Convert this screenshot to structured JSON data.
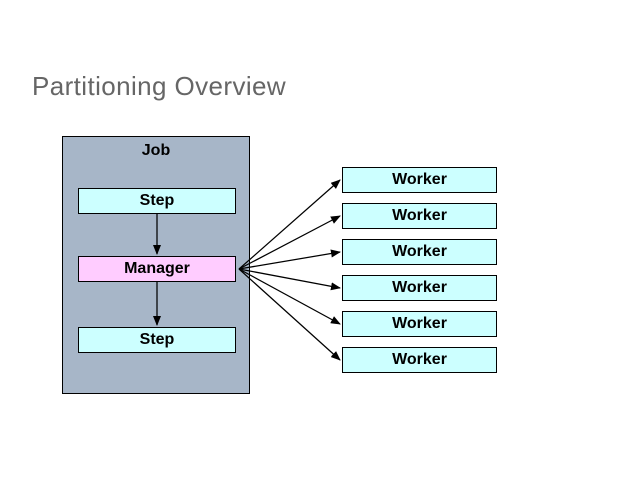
{
  "slide": {
    "title": "Partitioning Overview"
  },
  "diagram": {
    "job": {
      "label": "Job"
    },
    "steps": [
      {
        "label": "Step"
      },
      {
        "label": "Step"
      }
    ],
    "manager": {
      "label": "Manager"
    },
    "workers": [
      {
        "label": "Worker"
      },
      {
        "label": "Worker"
      },
      {
        "label": "Worker"
      },
      {
        "label": "Worker"
      },
      {
        "label": "Worker"
      },
      {
        "label": "Worker"
      }
    ],
    "edges": [
      {
        "from": "step-top",
        "to": "manager"
      },
      {
        "from": "manager",
        "to": "step-bottom"
      },
      {
        "from": "manager",
        "to": "worker-1"
      },
      {
        "from": "manager",
        "to": "worker-2"
      },
      {
        "from": "manager",
        "to": "worker-3"
      },
      {
        "from": "manager",
        "to": "worker-4"
      },
      {
        "from": "manager",
        "to": "worker-5"
      },
      {
        "from": "manager",
        "to": "worker-6"
      }
    ]
  },
  "colors": {
    "background": "#FFFFFF",
    "title_text": "#666666",
    "job_fill": "#A7B6C8",
    "step_fill": "#CCFFFF",
    "manager_fill": "#FFCCFF",
    "worker_fill": "#CCFFFF",
    "border": "#000000",
    "arrow": "#000000"
  }
}
